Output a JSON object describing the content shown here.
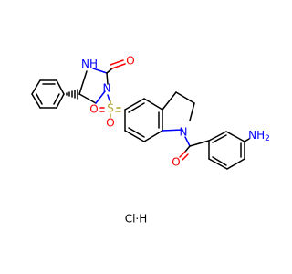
{
  "molecule": {
    "atoms": {
      "amide_n": "N",
      "amide_nh": "H",
      "amide_o": "O",
      "imid_n": "N",
      "sulfur": "S",
      "so_top": "O",
      "so_bottom": "O",
      "indoline_n": "N",
      "ketone_o": "O",
      "amine": "NH",
      "amine_h2": "2"
    },
    "salt": "Cl·H"
  },
  "colors": {
    "carbon": "#000000",
    "nitrogen": "#0000ff",
    "oxygen": "#ff0000",
    "sulfur": "#b2a52c"
  }
}
